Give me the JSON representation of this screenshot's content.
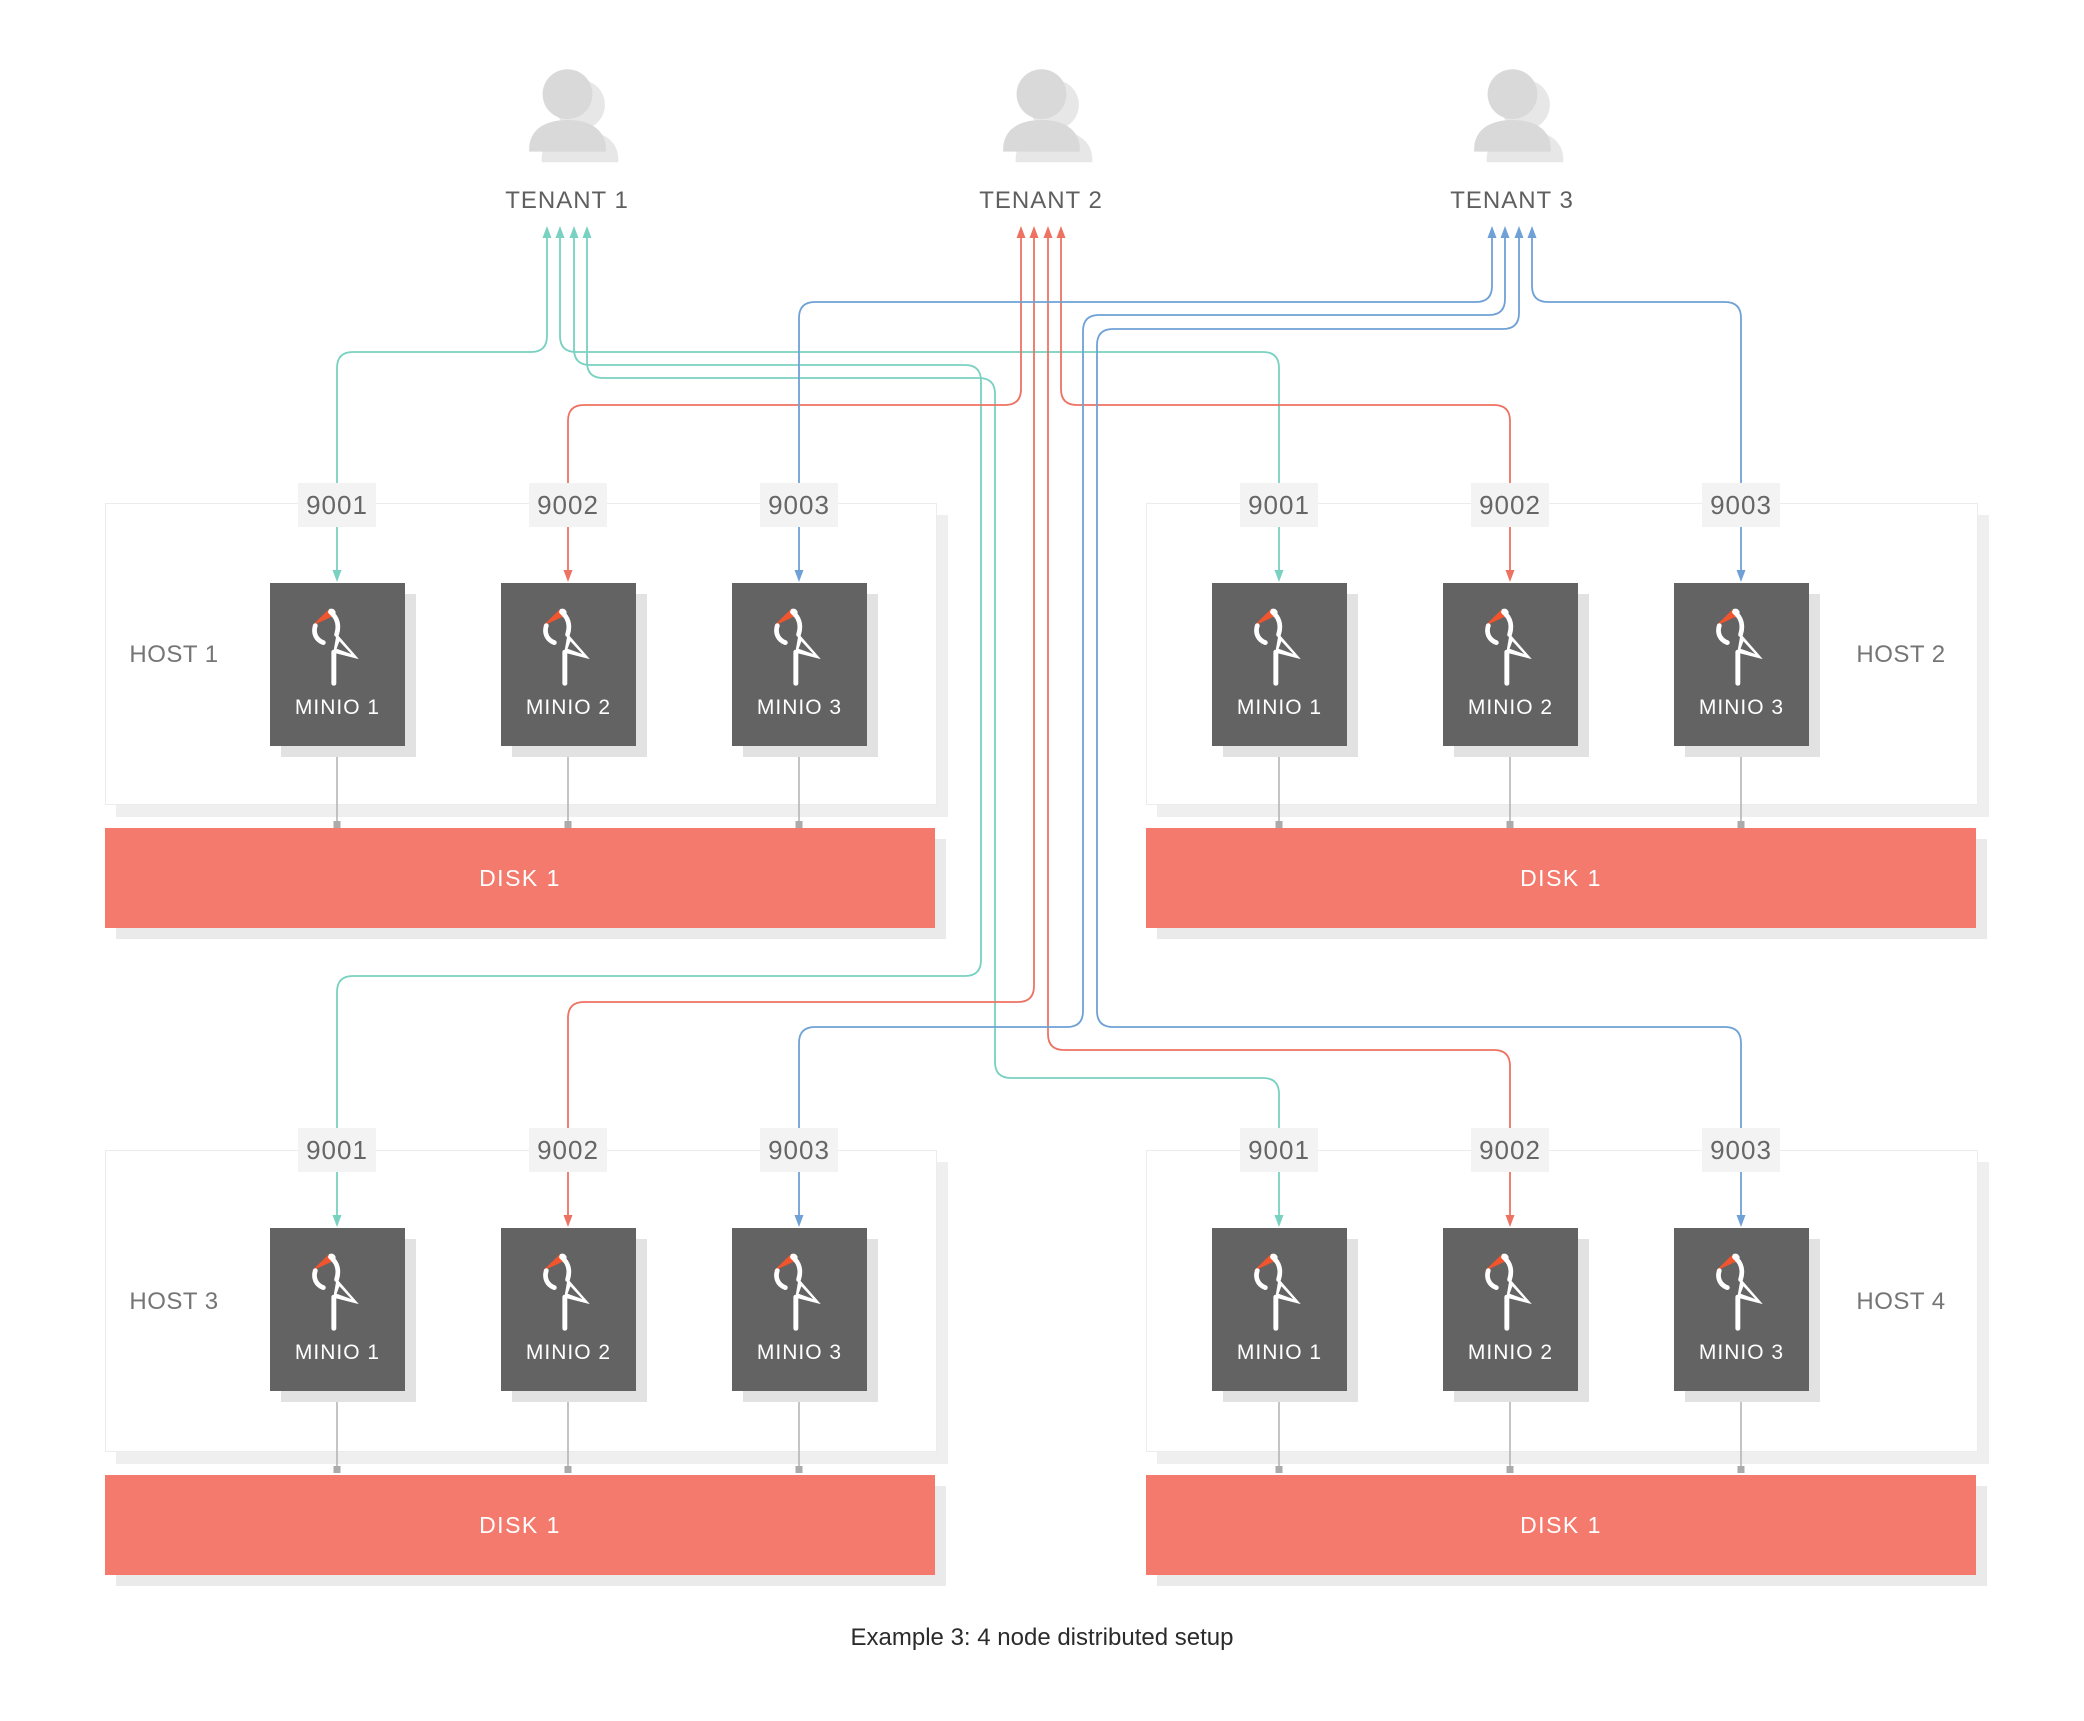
{
  "caption": "Example 3: 4 node distributed setup",
  "tenants": [
    {
      "label": "TENANT 1",
      "color": "#79d1c1"
    },
    {
      "label": "TENANT 2",
      "color": "#ee7262"
    },
    {
      "label": "TENANT 3",
      "color": "#6fa1d6"
    }
  ],
  "hosts": [
    {
      "label": "HOST 1",
      "disk": "DISK 1",
      "nodes": [
        {
          "port": "9001",
          "label": "MINIO 1"
        },
        {
          "port": "9002",
          "label": "MINIO 2"
        },
        {
          "port": "9003",
          "label": "MINIO 3"
        }
      ]
    },
    {
      "label": "HOST 2",
      "disk": "DISK 1",
      "nodes": [
        {
          "port": "9001",
          "label": "MINIO 1"
        },
        {
          "port": "9002",
          "label": "MINIO 2"
        },
        {
          "port": "9003",
          "label": "MINIO 3"
        }
      ]
    },
    {
      "label": "HOST 3",
      "disk": "DISK 1",
      "nodes": [
        {
          "port": "9001",
          "label": "MINIO 1"
        },
        {
          "port": "9002",
          "label": "MINIO 2"
        },
        {
          "port": "9003",
          "label": "MINIO 3"
        }
      ]
    },
    {
      "label": "HOST 4",
      "disk": "DISK 1",
      "nodes": [
        {
          "port": "9001",
          "label": "MINIO 1"
        },
        {
          "port": "9002",
          "label": "MINIO 2"
        },
        {
          "port": "9003",
          "label": "MINIO 3"
        }
      ]
    }
  ],
  "connections": [
    {
      "tenant": "TENANT 1",
      "port": "9001",
      "hosts": [
        "HOST 1",
        "HOST 2",
        "HOST 3",
        "HOST 4"
      ]
    },
    {
      "tenant": "TENANT 2",
      "port": "9002",
      "hosts": [
        "HOST 1",
        "HOST 2",
        "HOST 3",
        "HOST 4"
      ]
    },
    {
      "tenant": "TENANT 3",
      "port": "9003",
      "hosts": [
        "HOST 1",
        "HOST 2",
        "HOST 3",
        "HOST 4"
      ]
    }
  ],
  "colors": {
    "minio_box": "#636363",
    "disk": "#f37a6d",
    "port_chip_bg": "#f3f3f3",
    "stork_beak": "#f0552e",
    "tenant_icon": "#d9d9d9",
    "connector_gray": "#ababab"
  }
}
